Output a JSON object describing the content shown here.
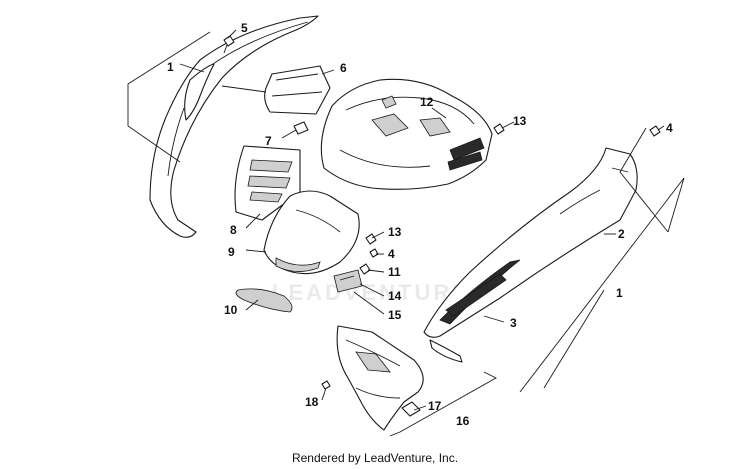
{
  "diagram": {
    "footer_text": "Rendered by LeadVenture, Inc.",
    "watermark_text": "LEADVENTURE",
    "callouts": [
      "1",
      "5",
      "6",
      "7",
      "12",
      "13",
      "4",
      "8",
      "9",
      "13",
      "4",
      "11",
      "2",
      "1",
      "10",
      "14",
      "15",
      "3",
      "18",
      "17",
      "16"
    ]
  }
}
